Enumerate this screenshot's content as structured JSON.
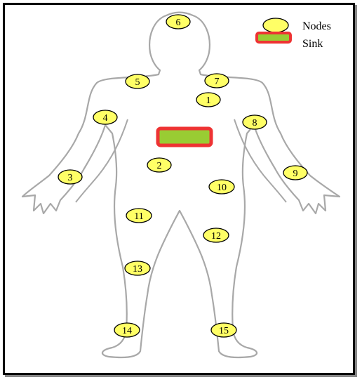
{
  "legend": {
    "nodes_label": "Nodes",
    "sink_label": "Sink"
  },
  "colors": {
    "node_fill": "#ffff66",
    "node_stroke": "#000000",
    "sink_fill": "#99cc33",
    "sink_stroke": "#ee3333",
    "body_outline": "#a8a8a8"
  },
  "nodes": [
    "6",
    "5",
    "7",
    "1",
    "4",
    "8",
    "2",
    "3",
    "9",
    "10",
    "11",
    "12",
    "13",
    "14",
    "15"
  ]
}
